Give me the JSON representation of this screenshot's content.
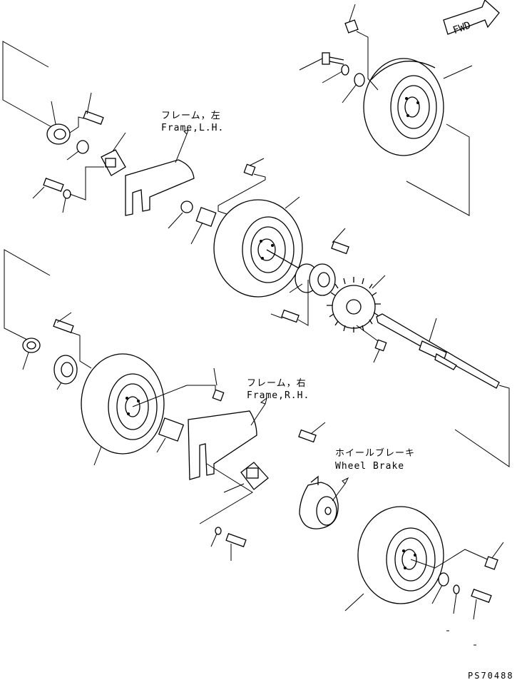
{
  "labels": {
    "frame_lh_jp": "フレーム，左",
    "frame_lh_en": "Frame,L.H.",
    "frame_rh_jp": "フレーム，右",
    "frame_rh_en": "Frame,R.H.",
    "wheel_brake_jp": "ホイールブレーキ",
    "wheel_brake_en": "Wheel Brake",
    "fwd": "FWD",
    "figure_code": "PS70488"
  },
  "colors": {
    "line": "#000000",
    "background": "#ffffff"
  }
}
